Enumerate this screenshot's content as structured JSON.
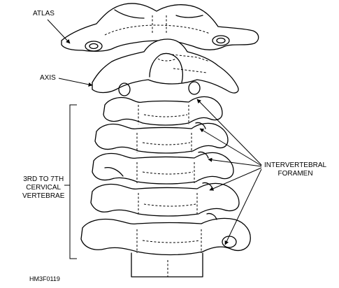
{
  "labels": {
    "atlas": "ATLAS",
    "axis": "AXIS",
    "cervical_line1": "3RD TO 7TH",
    "cervical_line2": "CERVICAL",
    "cervical_line3": "VERTEBRAE",
    "foramen_line1": "INTERVERTEBRAL",
    "foramen_line2": "FORAMEN",
    "figure_id": "HM3F0119"
  },
  "colors": {
    "ink": "#000000",
    "background": "#ffffff"
  }
}
